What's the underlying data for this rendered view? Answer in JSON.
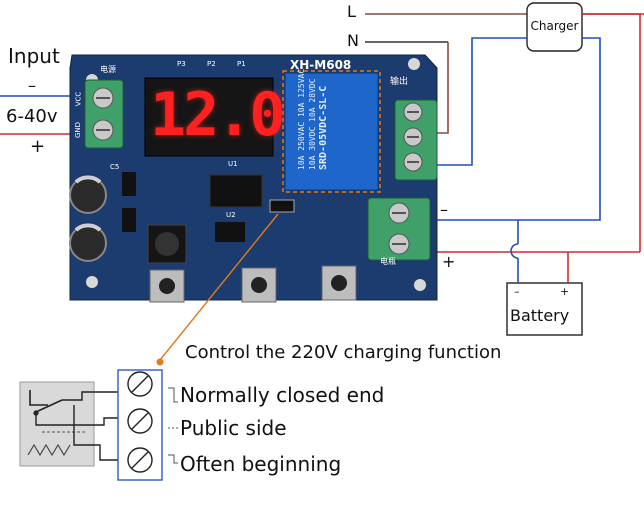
{
  "input": {
    "title": "Input",
    "minus": "–",
    "voltage": "6-40v",
    "plus": "+"
  },
  "board": {
    "model": "XH-M608",
    "display": "12.0",
    "label_power": "电源",
    "label_output": "输出",
    "label_battery": "电瓶",
    "label_vcc": "VCC",
    "label_gnd": "GND",
    "label_c5": "C5",
    "label_u1": "U1",
    "label_u2": "U2",
    "label_p3": "P3",
    "label_p2": "P2",
    "label_p1": "P1",
    "relay_lines": [
      "10A 250VAC  10A 125VAC",
      "10A 30VDC  10A 28VDC",
      "SRD-05VDC-SL-C"
    ]
  },
  "mains": {
    "l": "L",
    "n": "N"
  },
  "charger": {
    "label": "Charger"
  },
  "battery": {
    "label": "Battery",
    "minus": "–",
    "plus": "+"
  },
  "out_terminal": {
    "minus": "–",
    "plus": "+"
  },
  "relay_diagram": {
    "caption": "Control the 220V charging function",
    "normally_closed": "Normally closed end",
    "public": "Public side",
    "often": "Often beginning"
  },
  "colors": {
    "wire_red": "#d42a2a",
    "wire_blue": "#1f4fbf",
    "board": "#1c3b6e",
    "led": "#ff2020",
    "relay": "#1e66c9",
    "terminal": "#3fa06a"
  }
}
